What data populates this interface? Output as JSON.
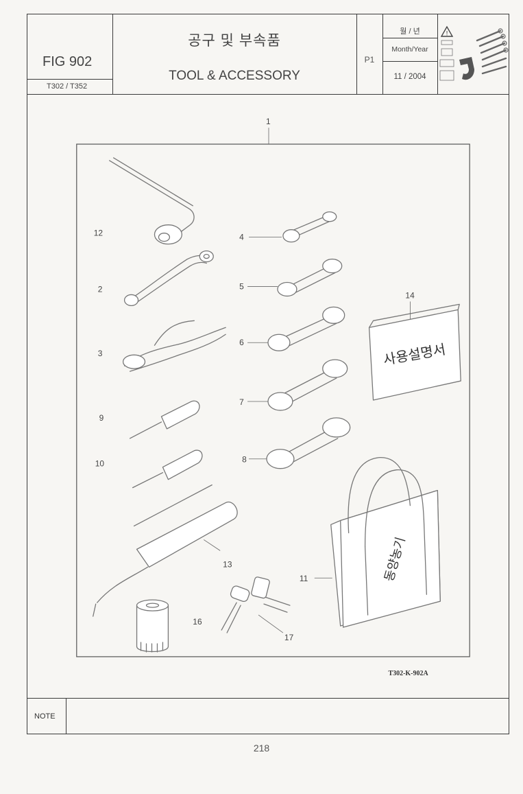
{
  "header": {
    "figure_number": "FIG 902",
    "models": "T302 / T352",
    "title_korean": "공구 및 부속품",
    "title_english": "TOOL & ACCESSORY",
    "page_ref": "P1",
    "month_year_korean": "월 / 년",
    "month_year_label": "Month/Year",
    "month_year_value": "11 / 2004"
  },
  "drawing": {
    "callouts": {
      "c1": "1",
      "c2": "2",
      "c3": "3",
      "c4": "4",
      "c5": "5",
      "c6": "6",
      "c7": "7",
      "c8": "8",
      "c9": "9",
      "c10": "10",
      "c11": "11",
      "c12": "12",
      "c13": "13",
      "c14": "14",
      "c16": "16",
      "c17": "17"
    },
    "manual_label": "사용설명서",
    "bag_label": "동양농기",
    "reference_code": "T302-K-902A"
  },
  "note": {
    "label": "NOTE",
    "text": ""
  },
  "page_number": "218",
  "icons": [
    "warning-icon",
    "wrench-set-icon",
    "logo-emblem"
  ],
  "colors": {
    "line": "#3a3a3a",
    "paper": "#f7f6f3"
  }
}
